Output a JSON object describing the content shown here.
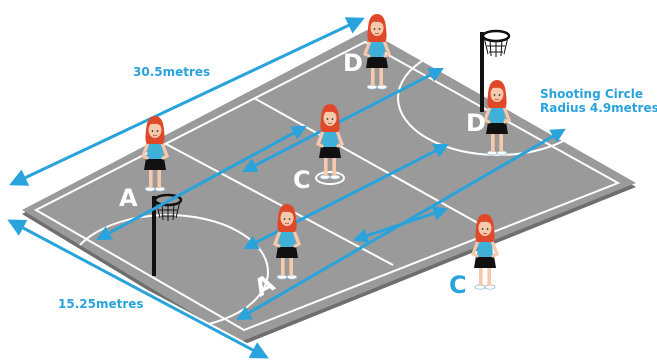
{
  "dimensions": {
    "length": "30.5metres",
    "width": "15.25metres",
    "shooting_circle_line1": "Shooting Circle",
    "shooting_circle_line2": "Radius 4.9metres"
  },
  "players": {
    "d_top": "D",
    "d_right": "D",
    "c_centre": "C",
    "c_right": "C",
    "a_left": "A",
    "a_bottom": "A"
  },
  "colors": {
    "court": "#9a9a9a",
    "court_edge": "#6e6e6e",
    "lines": "#ffffff",
    "arrows": "#29a3dc",
    "skirt": "#111111",
    "top": "#3fb0d8",
    "hair": "#e0482a",
    "skin": "#f6c9ad"
  }
}
